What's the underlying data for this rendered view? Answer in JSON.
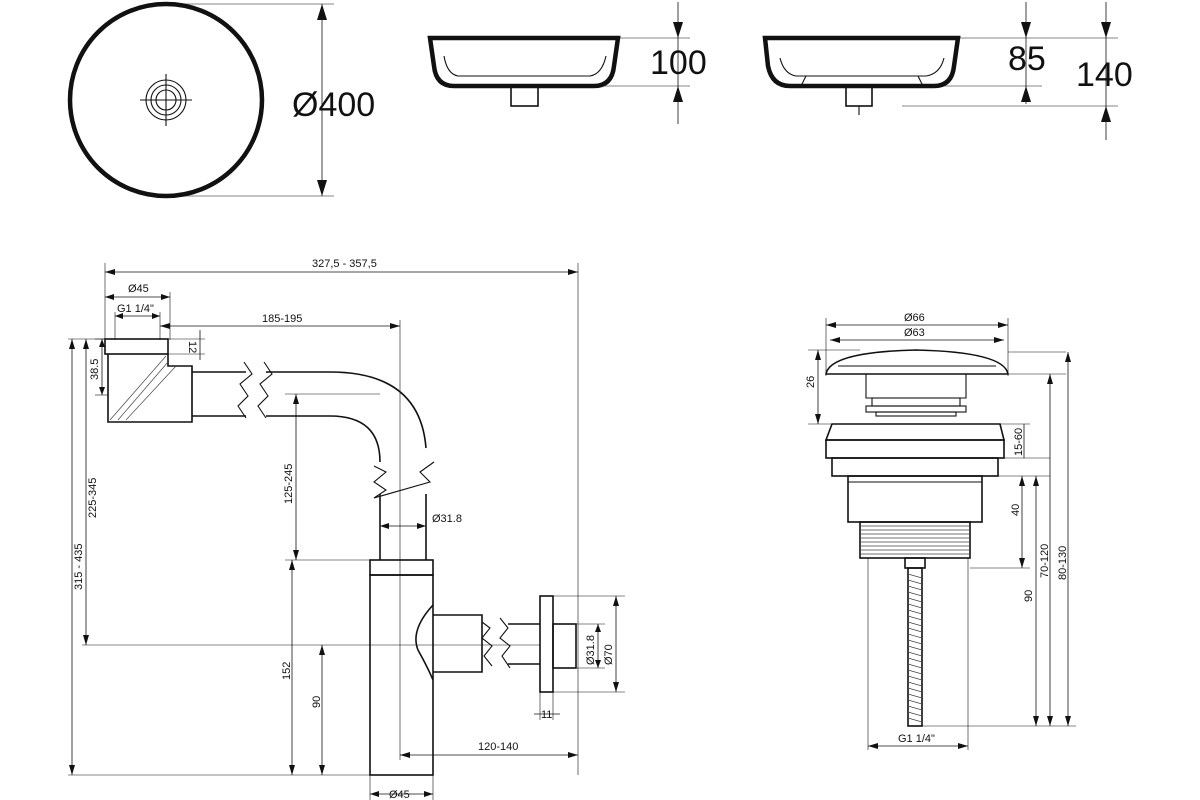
{
  "top_views": {
    "plan_diameter": "Ø400",
    "section_a_height": "100",
    "section_b_height": "85",
    "section_b_total_height": "140"
  },
  "siphon": {
    "overall_width": "327,5 - 357,5",
    "inlet_diameter": "Ø45",
    "inlet_thread": "G1 1/4\"",
    "inlet_length": "185-195",
    "inlet_top": "12",
    "inlet_height": "38.5",
    "vertical_range": "125-245",
    "pipe_diameter": "Ø31.8",
    "left_range_a": "225-345",
    "left_range_b": "315 - 435",
    "outlet_pipe_diameter": "Ø31.8",
    "flange_diameter": "Ø70",
    "height_152": "152",
    "height_90": "90",
    "flange_thickness": "11",
    "outlet_length": "120-140",
    "body_diameter": "Ø45"
  },
  "drain": {
    "cap_diameter": "Ø66",
    "cap_inner_diameter": "Ø63",
    "cap_height": "26",
    "range_15_60": "15-60",
    "height_40": "40",
    "height_90": "90",
    "range_70_120": "70-120",
    "range_80_130": "80-130",
    "thread": "G1 1/4\""
  }
}
